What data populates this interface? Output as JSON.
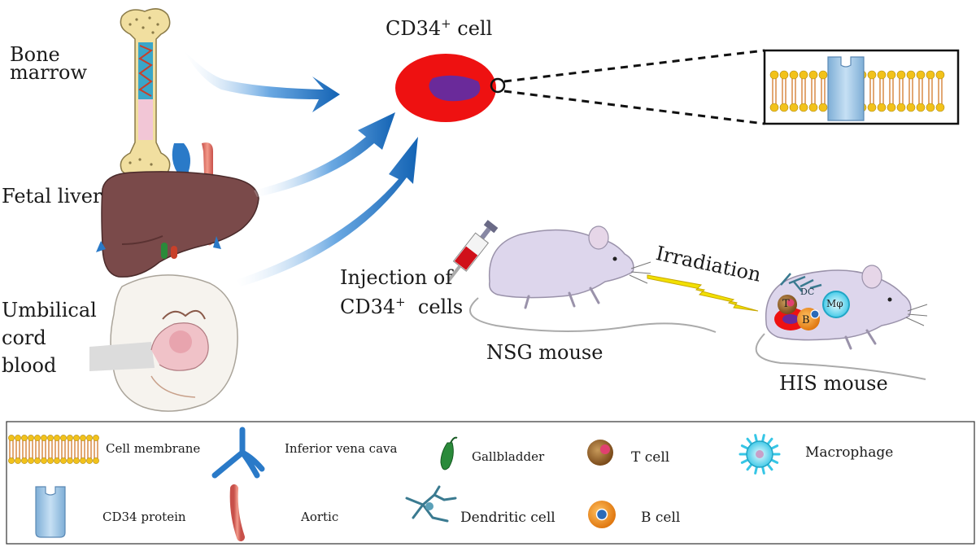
{
  "header": {
    "cd34_cell_prefix": "CD34",
    "cd34_cell_sup": "+",
    "cd34_cell_suffix": "cell"
  },
  "sources": {
    "bone_marrow_line1": "Bone",
    "bone_marrow_line2": "marrow",
    "fetal_liver": "Fetal liver",
    "umbilical_line1": "Umbilical",
    "umbilical_line2": "cord",
    "umbilical_line3": "blood"
  },
  "injection": {
    "line1": "Injection of",
    "line2_prefix": "CD34",
    "line2_sup": "+",
    "line2_suffix": "cells"
  },
  "nsg_mouse": "NSG mouse",
  "irradiation": "Irradiation",
  "his_mouse": "HIS mouse",
  "his_cells": {
    "t": "T",
    "b": "B",
    "dc": "DC",
    "mphi": "Mφ"
  },
  "legend": {
    "cell_membrane": "Cell membrane",
    "inferior_vena_cava": "Inferior vena cava",
    "gallbladder": "Gallbladder",
    "t_cell": "T cell",
    "macrophage": "Macrophage",
    "cd34_protein": "CD34 protein",
    "aortic": "Aortic",
    "dendritic_cell": "Dendritic cell",
    "b_cell": "B cell"
  },
  "colors": {
    "cell_body": "#ee1111",
    "nucleus": "#6a2a9a",
    "arrow_blue": "#1f6fc0",
    "liver": "#7a4a4a",
    "vena_cava": "#2a7ac8",
    "aorta": "#e8786a",
    "mouse_body": "#ddd6ec",
    "bolt": "#f2e000",
    "membrane_head": "#f2c21a",
    "cd34_protein": "#9cc4e4"
  }
}
